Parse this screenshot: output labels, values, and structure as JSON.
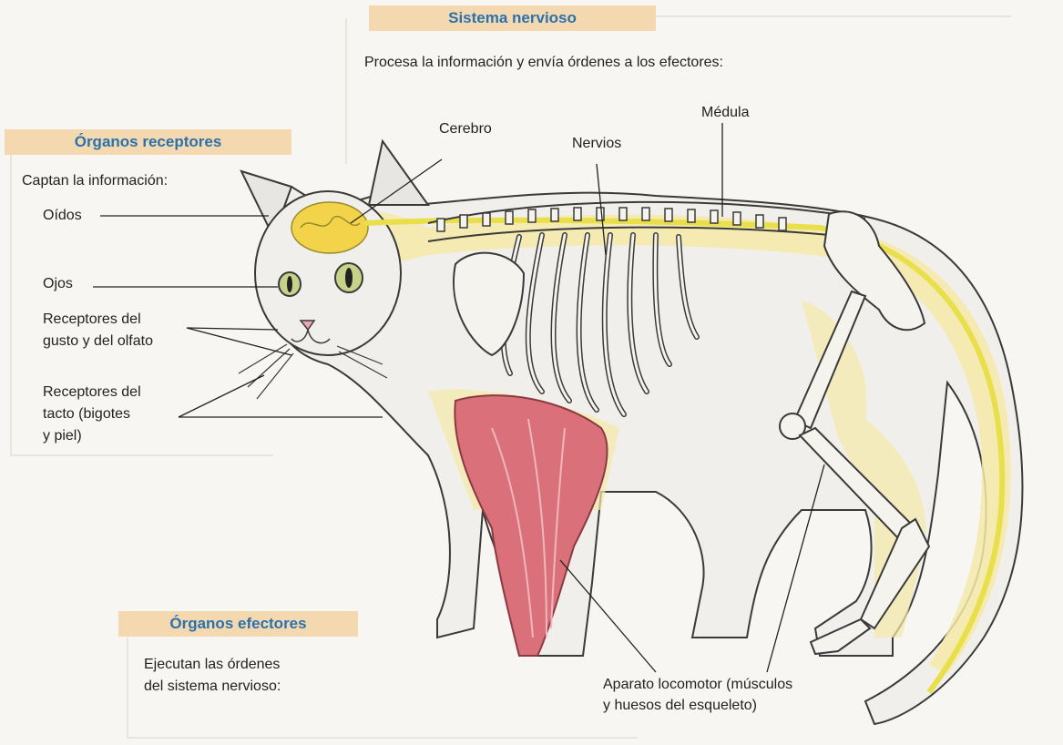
{
  "sistema": {
    "title": "Sistema nervioso",
    "description": "Procesa la información y envía órdenes a los efectores:",
    "labels": {
      "cerebro": "Cerebro",
      "nervios": "Nervios",
      "medula": "Médula"
    }
  },
  "receptores": {
    "title": "Órganos receptores",
    "description": "Captan la información:",
    "items": [
      "Oídos",
      "Ojos",
      "Receptores del",
      "gusto y del olfato",
      "Receptores del",
      "tacto (bigotes",
      "y piel)"
    ]
  },
  "efectores": {
    "title": "Órganos efectores",
    "description": [
      "Ejecutan las órdenes",
      "del sistema nervioso:"
    ],
    "locomotor": [
      "Aparato locomotor (músculos",
      "y huesos del esqueleto)"
    ]
  },
  "colors": {
    "header_bg": "#f4d8b0",
    "header_text": "#2a72ad",
    "nerve": "#e8df4a",
    "glow": "#f5e9a8",
    "muscle": "#d9707a"
  }
}
